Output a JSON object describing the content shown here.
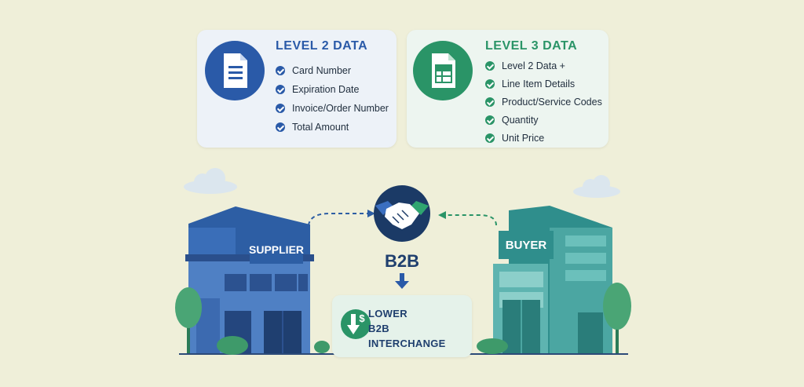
{
  "level2": {
    "title": "LEVEL 2 DATA",
    "icon": "document-icon",
    "items": [
      "Card Number",
      "Expiration Date",
      "Invoice/Order Number",
      "Total Amount"
    ]
  },
  "level3": {
    "title": "LEVEL 3 DATA",
    "icon": "spreadsheet-icon",
    "items": [
      "Level 2 Data +",
      "Line Item Details",
      "Product/Service Codes",
      "Quantity",
      "Unit Price"
    ]
  },
  "center": {
    "label": "B2B",
    "icon": "handshake-icon"
  },
  "supplier": {
    "label": "SUPPLIER"
  },
  "buyer": {
    "label": "BUYER"
  },
  "result": {
    "line1": "LOWER",
    "line2": "B2B",
    "line3": "INTERCHANGE",
    "icon": "down-arrow-dollar-icon"
  },
  "colors": {
    "blue": "#2a5aa8",
    "green": "#2a9467",
    "teal": "#2f8e8c",
    "background": "#efefd9"
  }
}
